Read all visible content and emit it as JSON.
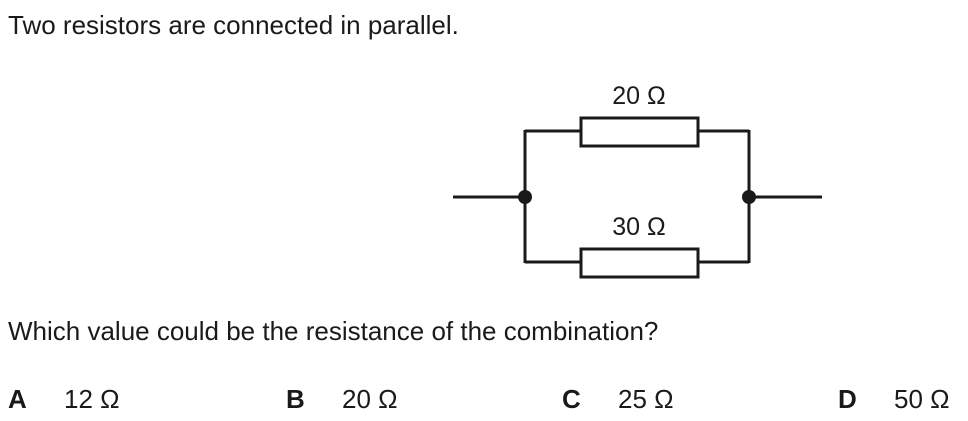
{
  "question": {
    "intro": "Two resistors are connected in parallel.",
    "prompt": "Which value could be the resistance of the combination?"
  },
  "circuit": {
    "resistor_top_label": "20 Ω",
    "resistor_bottom_label": "30 Ω"
  },
  "options": [
    {
      "letter": "A",
      "value": "12 Ω"
    },
    {
      "letter": "B",
      "value": "20 Ω"
    },
    {
      "letter": "C",
      "value": "25 Ω"
    },
    {
      "letter": "D",
      "value": "50 Ω"
    }
  ]
}
